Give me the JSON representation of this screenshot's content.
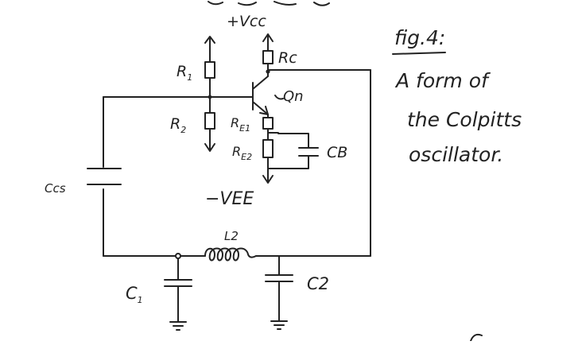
{
  "labels": {
    "vcc": "+Vcc",
    "rc": "Rc",
    "r1": "R",
    "r1_sub": "1",
    "r2": "R",
    "r2_sub": "2",
    "re1": "R",
    "re1_sub": "E1",
    "re2": "R",
    "re2_sub": "E2",
    "cb": "CB",
    "qn": "Qn",
    "vee": "−VEE",
    "ccs": "Ccs",
    "l2": "L2",
    "c1": "C",
    "c1_sub": "1",
    "c2": "C2"
  },
  "caption": {
    "title": "fig.4:",
    "line1": "A form of",
    "line2": "the Colpitts",
    "line3": "oscillator."
  },
  "colors": {
    "ink": "#222222",
    "background": "#ffffff"
  }
}
